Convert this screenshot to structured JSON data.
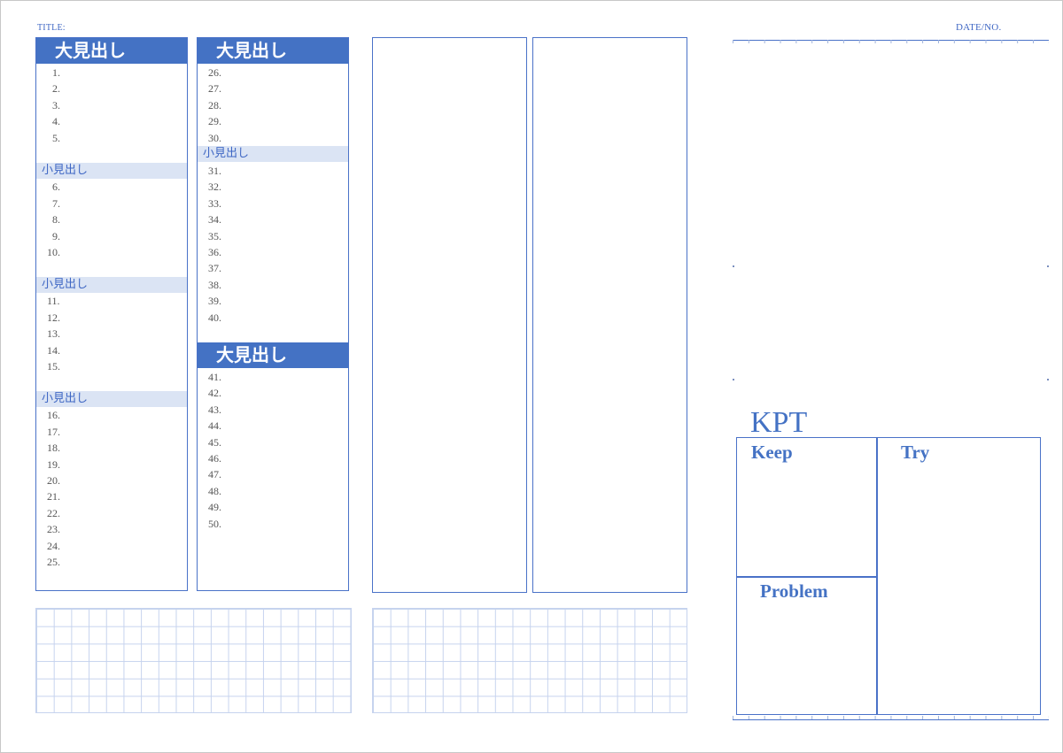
{
  "header": {
    "title_label": "TITLE:",
    "date_label": "DATE/NO."
  },
  "column1": {
    "big_heading": "大見出し",
    "groups": [
      {
        "heading": "",
        "numbers": [
          "1.",
          "2.",
          "3.",
          "4.",
          "5."
        ]
      },
      {
        "heading": "小見出し",
        "numbers": [
          "6.",
          "7.",
          "8.",
          "9.",
          "10."
        ]
      },
      {
        "heading": "小見出し",
        "numbers": [
          "11.",
          "12.",
          "13.",
          "14.",
          "15."
        ]
      },
      {
        "heading": "小見出し",
        "numbers": [
          "16.",
          "17.",
          "18.",
          "19.",
          "20.",
          "21.",
          "22.",
          "23.",
          "24.",
          "25."
        ]
      }
    ]
  },
  "column2": {
    "big_heading_1": "大見出し",
    "numbers_a": [
      "26.",
      "27.",
      "28.",
      "29.",
      "30."
    ],
    "small_heading": "小見出し",
    "numbers_b": [
      "31.",
      "32.",
      "33.",
      "34.",
      "35.",
      "36.",
      "37.",
      "38.",
      "39.",
      "40."
    ],
    "big_heading_2": "大見出し",
    "numbers_c": [
      "41.",
      "42.",
      "43.",
      "44.",
      "45.",
      "46.",
      "47.",
      "48.",
      "49.",
      "50."
    ]
  },
  "kpt": {
    "title": "KPT",
    "keep": "Keep",
    "problem": "Problem",
    "try": "Try"
  },
  "colors": {
    "accent": "#4472c4",
    "subheading_bg": "#dbe4f4",
    "grid_line": "#c6d3ee"
  }
}
